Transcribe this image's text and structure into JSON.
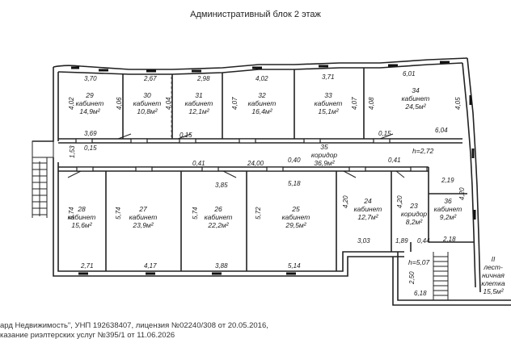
{
  "header": {
    "title": "Административный блок    2 этаж"
  },
  "rooms": [
    {
      "number": "29",
      "label": "кабинет",
      "area": "14,9м²"
    },
    {
      "number": "30",
      "label": "кабинет",
      "area": "10,8м²"
    },
    {
      "number": "31",
      "label": "кабинет",
      "area": "12,1м²"
    },
    {
      "number": "32",
      "label": "кабинет",
      "area": "16,4м²"
    },
    {
      "number": "33",
      "label": "кабинет",
      "area": "15,1м²"
    },
    {
      "number": "34",
      "label": "кабинет",
      "area": "24,5м²"
    },
    {
      "number": "35",
      "label": "коридор",
      "area": "36,9м²"
    },
    {
      "number": "28",
      "label": "кабинет",
      "area": "15,6м²"
    },
    {
      "number": "27",
      "label": "кабинет",
      "area": "23,9м²"
    },
    {
      "number": "26",
      "label": "кабинет",
      "area": "22,2м²"
    },
    {
      "number": "25",
      "label": "кабинет",
      "area": "29,5м²"
    },
    {
      "number": "24",
      "label": "кабинет",
      "area": "12,7м²"
    },
    {
      "number": "23",
      "label": "коридор",
      "area": "8,2м²"
    },
    {
      "number": "36",
      "label": "кабинет",
      "area": "9,2м²"
    },
    {
      "number": "II",
      "label": "лест-",
      "label2": "ничная",
      "label3": "клетка",
      "area": "15,5м²"
    }
  ],
  "heights": {
    "main": "h=2,72",
    "stair": "h=5,07"
  },
  "dims": {
    "d1": "3,70",
    "d2": "2,67",
    "d3": "2,98",
    "d4": "4,02",
    "d5": "3,71",
    "d6": "6,01",
    "d7": "4,02",
    "d8": "4,06",
    "d9": "4,04",
    "d10": "4,07",
    "d11": "4,07",
    "d12": "4,08",
    "d13": "4,05",
    "d14": "3,69",
    "d15": "0,15",
    "d16": "0,15",
    "d17": "6,04",
    "d18": "0,15",
    "d19": "1,53",
    "d20": "0,41",
    "d21": "24,00",
    "d22": "0,40",
    "d23": "0,41",
    "d24": "3,85",
    "d25": "5,18",
    "d26": "2,19",
    "d27": "4,20",
    "d28": "5,74",
    "d29": "5,74",
    "d30": "5,74",
    "d31": "5,72",
    "d32": "4,20",
    "d33": "4,20",
    "d34": "3,03",
    "d35": "1,89",
    "d36": "0,44",
    "d37": "2,18",
    "d38": "2,71",
    "d39": "4,17",
    "d40": "3,88",
    "d41": "5,14",
    "d42": "2,50",
    "d43": "6,18"
  },
  "footer": {
    "line1": "ард Недвижимость\", УНП 192638407, лицензия №02240/308 от 20.05.2016,",
    "line2": "казание риэлтерских услуг №395/1 от 11.06.2026"
  }
}
